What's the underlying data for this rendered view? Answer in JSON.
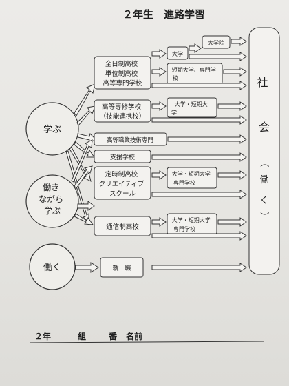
{
  "title": "２年生　進路学習",
  "left": {
    "manabu": [
      "学ぶ"
    ],
    "hatarakinagara": [
      "働き",
      "ながら",
      "学ぶ"
    ],
    "hataraku": [
      "働く"
    ]
  },
  "schools": {
    "fulltime": [
      "全日制高校",
      "単位制高校",
      "高等専門学校"
    ],
    "vocational": [
      "高等専修学校",
      "（技能連携校）"
    ],
    "tech": [
      "高等職業技術専門"
    ],
    "support": [
      "支援学校"
    ],
    "parttime": [
      "定時制高校",
      "クリエイティブ",
      "スクール"
    ],
    "correspondence": [
      "通信制高校"
    ],
    "employment": [
      "就　職"
    ]
  },
  "paths": {
    "university": [
      "大学"
    ],
    "graduate": [
      "大学院"
    ],
    "junior_college": [
      "短期大学、専門学",
      "校"
    ],
    "univ_jr": [
      "大学・短期大",
      "学"
    ],
    "univ_jr_vocational_1": [
      "大学・短期大学",
      "専門学校"
    ],
    "univ_jr_vocational_2": [
      "大学・短期大学",
      "専門学校"
    ]
  },
  "society": {
    "main": [
      "社",
      "会"
    ],
    "paren_open": [
      "（"
    ],
    "work": [
      "働"
    ],
    "ku": [
      "く"
    ],
    "paren_close": [
      "）"
    ]
  },
  "footer": {
    "grade": "２年",
    "class": "組",
    "number": "番",
    "name": "名前"
  }
}
